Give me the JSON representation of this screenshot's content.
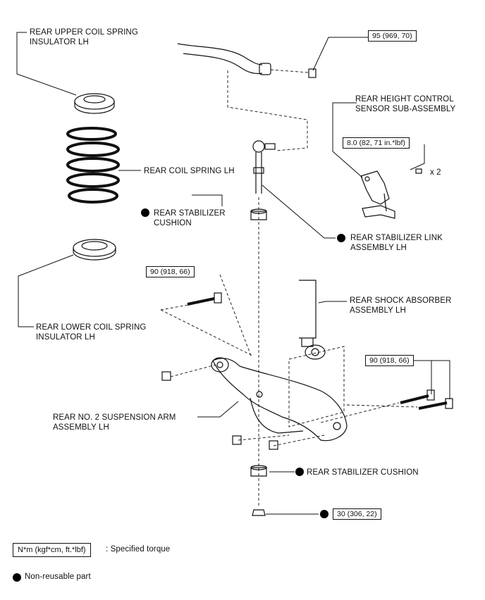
{
  "labels": {
    "upper_insulator": "REAR UPPER COIL SPRING\nINSULATOR LH",
    "coil_spring": "REAR COIL SPRING LH",
    "stab_cushion_upper": "REAR STABILIZER\nCUSHION",
    "height_sensor": "REAR HEIGHT CONTROL\nSENSOR SUB-ASSEMBLY",
    "stab_link": "REAR STABILIZER LINK\nASSEMBLY LH",
    "shock_absorber": "REAR SHOCK ABSORBER\nASSEMBLY LH",
    "lower_insulator": "REAR LOWER COIL SPRING\nINSULATOR LH",
    "suspension_arm": "REAR NO. 2 SUSPENSION ARM\nASSEMBLY LH",
    "stab_cushion_lower": "REAR STABILIZER CUSHION"
  },
  "torques": {
    "stab_nut": "95 (969, 70)",
    "sensor_bolt": "8.0 (82, 71 in.*lbf)",
    "arm_bolt_left": "90 (918, 66)",
    "arm_bolt_right": "90 (918, 66)",
    "bottom_nut": "30 (306, 22)"
  },
  "quantity": "x 2",
  "legend": {
    "torque_unit": "N*m (kgf*cm, ft.*lbf)",
    "torque_desc": ": Specified torque",
    "non_reusable": "Non-reusable part"
  }
}
